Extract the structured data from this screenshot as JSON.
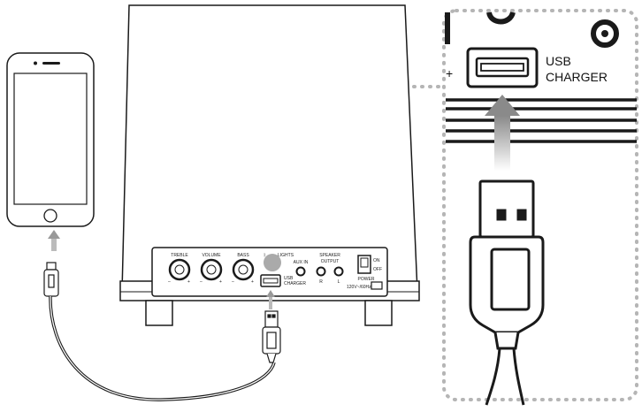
{
  "callout": {
    "port_label_line1": "USB",
    "port_label_line2": "CHARGER",
    "plus_sign": "+"
  },
  "panel": {
    "knobs": [
      {
        "label": "TREBLE",
        "minus": "–",
        "plus": "+"
      },
      {
        "label": "VOLUME",
        "minus": "–",
        "plus": "+"
      },
      {
        "label": "BASS",
        "minus": "–",
        "plus": "+"
      }
    ],
    "lights_label": "LIGHTS",
    "aux_label": "AUX IN",
    "speaker_output_line1": "SPEAKER",
    "speaker_output_line2": "OUTPUT",
    "right_channel": "R",
    "left_channel": "L",
    "usb_line1": "USB",
    "usb_line2": "CHARGER",
    "switch_on": "ON",
    "switch_off": "OFF",
    "power_label": "POWER",
    "voltage_label": "120V~/60Hz"
  },
  "colors": {
    "stroke": "#1a1a1a",
    "dots": "#b5b5b5",
    "arrow": "#aaaaaa",
    "highlight": "#aaaaaa"
  }
}
